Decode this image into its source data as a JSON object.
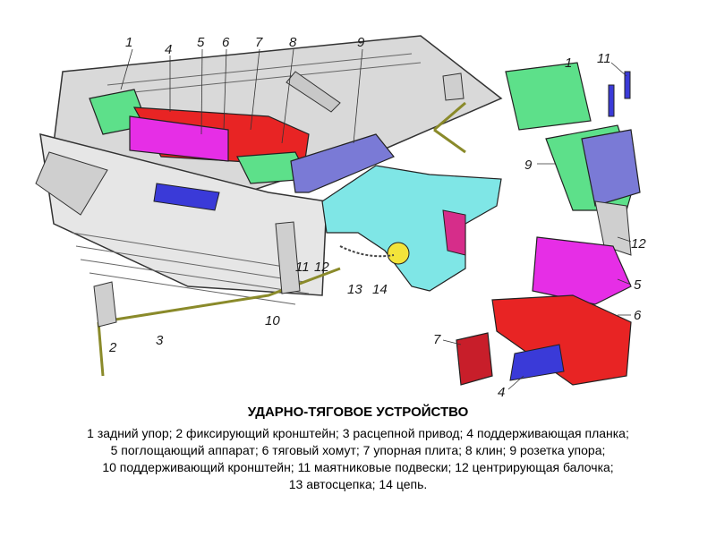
{
  "callouts": {
    "n1": "1",
    "n2": "2",
    "n3": "3",
    "n4": "4",
    "n5": "5",
    "n6": "6",
    "n7": "7",
    "n8": "8",
    "n9": "9",
    "n10": "10",
    "n11": "11",
    "n12": "12",
    "n13": "13",
    "n14": "14"
  },
  "caption": {
    "title": "УДАРНО-ТЯГОВОЕ УСТРОЙСТВО",
    "line1": "1 задний упор; 2 фиксирующий кронштейн; 3 расцепной привод; 4 поддерживающая планка;",
    "line2": "5 поглощающий аппарат; 6 тяговый хомут; 7 упорная плита; 8 клин; 9 розетка упора;",
    "line3": "10 поддерживающий кронштейн; 11 маятниковые подвески; 12 центрирующая балочка;",
    "line4": "13 автосцепка; 14 цепь."
  },
  "colors": {
    "green": "#5de08a",
    "red": "#e82424",
    "magenta": "#e62ee6",
    "blue": "#7a7ad6",
    "cyan": "#7fe6e6",
    "olive": "#8a8a2a",
    "gray": "#d8d8d8"
  }
}
